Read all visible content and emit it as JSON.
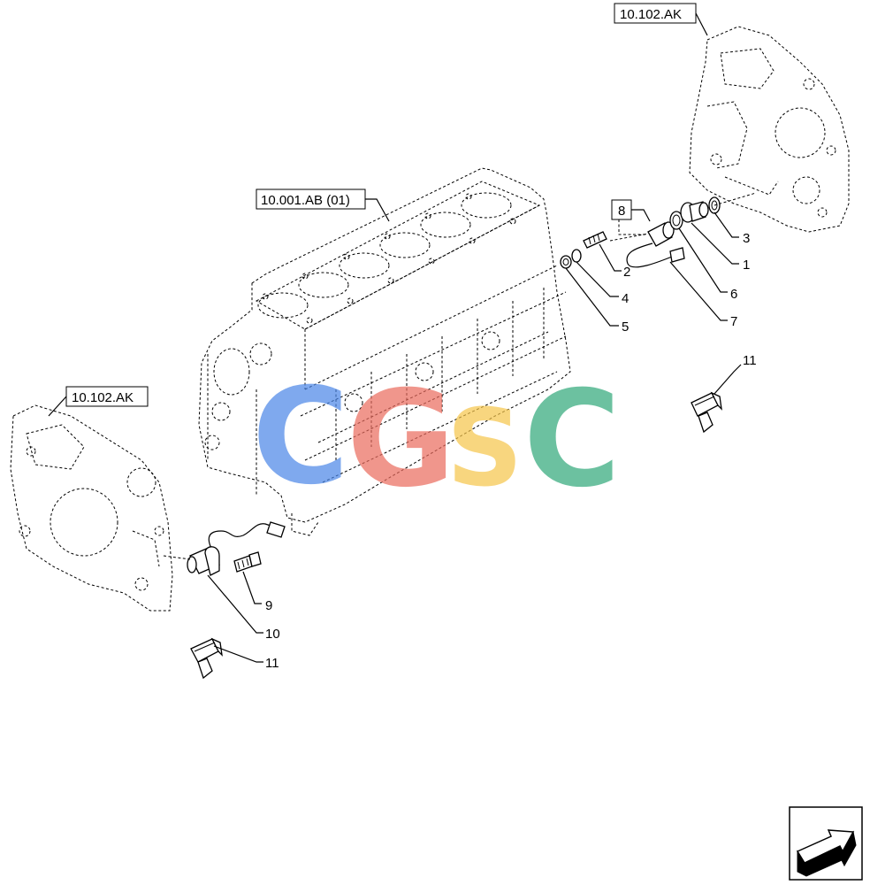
{
  "references": {
    "gear_housing_top": "10.102.AK",
    "engine_block": "10.001.AB (01)",
    "gear_housing_left": "10.102.AK"
  },
  "kit_label": "8",
  "part_numbers": {
    "p1": "1",
    "p2": "2",
    "p3": "3",
    "p4": "4",
    "p5": "5",
    "p6": "6",
    "p7": "7",
    "p9": "9",
    "p10": "10",
    "p11a": "11",
    "p11b": "11"
  },
  "watermark": {
    "letters": [
      "C",
      "G",
      "S",
      "C"
    ],
    "colors": [
      "#4a86e8",
      "#ea6a5c",
      "#f6c54a",
      "#2ea878"
    ]
  }
}
